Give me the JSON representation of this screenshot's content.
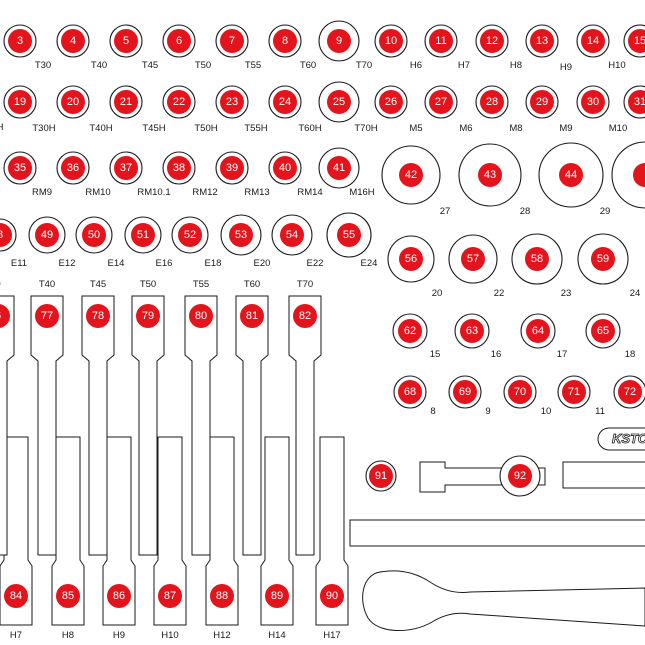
{
  "colors": {
    "accent": "#e3141c",
    "outline": "#1a1a1a",
    "background": "#ffffff"
  },
  "brand": {
    "text": "KSTO"
  },
  "sockets": [
    {
      "n": "3",
      "l": "T30"
    },
    {
      "n": "4",
      "l": "T40"
    },
    {
      "n": "5",
      "l": "T45"
    },
    {
      "n": "6",
      "l": "T50"
    },
    {
      "n": "7",
      "l": "T55"
    },
    {
      "n": "8",
      "l": "T60"
    },
    {
      "n": "9",
      "l": "T70"
    },
    {
      "n": "10",
      "l": "H6"
    },
    {
      "n": "11",
      "l": "H7"
    },
    {
      "n": "12",
      "l": "H8"
    },
    {
      "n": "13",
      "l": "H9"
    },
    {
      "n": "14",
      "l": "H10"
    },
    {
      "n": "15",
      "l": ""
    },
    {
      "n": "19",
      "l": "H"
    },
    {
      "n": "20",
      "l": "T30H"
    },
    {
      "n": "21",
      "l": "T40H"
    },
    {
      "n": "22",
      "l": "T45H"
    },
    {
      "n": "23",
      "l": "T50H"
    },
    {
      "n": "24",
      "l": "T55H"
    },
    {
      "n": "25",
      "l": "T60H"
    },
    {
      "n": "26",
      "l": "T70H"
    },
    {
      "n": "27",
      "l": "M5"
    },
    {
      "n": "28",
      "l": "M6"
    },
    {
      "n": "29",
      "l": "M8"
    },
    {
      "n": "30",
      "l": "M9"
    },
    {
      "n": "31",
      "l": "M10"
    },
    {
      "n": "35",
      "l": "RM9"
    },
    {
      "n": "36",
      "l": "RM10"
    },
    {
      "n": "37",
      "l": "RM10.1"
    },
    {
      "n": "38",
      "l": "RM12"
    },
    {
      "n": "39",
      "l": "RM13"
    },
    {
      "n": "40",
      "l": "RM14"
    },
    {
      "n": "41",
      "l": "M16H"
    },
    {
      "n": "42",
      "l": "27"
    },
    {
      "n": "43",
      "l": "28"
    },
    {
      "n": "44",
      "l": "29"
    },
    {
      "n": "",
      "l": ""
    },
    {
      "n": "8",
      "l": "E11"
    },
    {
      "n": "49",
      "l": "E12"
    },
    {
      "n": "50",
      "l": "E14"
    },
    {
      "n": "51",
      "l": "E16"
    },
    {
      "n": "52",
      "l": "E18"
    },
    {
      "n": "53",
      "l": "E20"
    },
    {
      "n": "54",
      "l": "E22"
    },
    {
      "n": "55",
      "l": "E24"
    },
    {
      "n": "56",
      "l": "20"
    },
    {
      "n": "57",
      "l": "22"
    },
    {
      "n": "58",
      "l": "23"
    },
    {
      "n": "59",
      "l": "24"
    },
    {
      "n": "62",
      "l": "15"
    },
    {
      "n": "63",
      "l": "16"
    },
    {
      "n": "64",
      "l": "17"
    },
    {
      "n": "65",
      "l": "18"
    },
    {
      "n": "68",
      "l": "8"
    },
    {
      "n": "69",
      "l": "9"
    },
    {
      "n": "70",
      "l": "10"
    },
    {
      "n": "71",
      "l": "11"
    },
    {
      "n": "72",
      "l": ""
    },
    {
      "n": "91",
      "l": ""
    },
    {
      "n": "92",
      "l": ""
    }
  ],
  "bits_top": [
    {
      "n": "6",
      "l": "0"
    },
    {
      "n": "77",
      "l": "T40"
    },
    {
      "n": "78",
      "l": "T45"
    },
    {
      "n": "79",
      "l": "T50"
    },
    {
      "n": "80",
      "l": "T55"
    },
    {
      "n": "81",
      "l": "T60"
    },
    {
      "n": "82",
      "l": "T70"
    }
  ],
  "bits_bottom": [
    {
      "n": "84",
      "l": "H7"
    },
    {
      "n": "85",
      "l": "H8"
    },
    {
      "n": "86",
      "l": "H9"
    },
    {
      "n": "87",
      "l": "H10"
    },
    {
      "n": "88",
      "l": "H12"
    },
    {
      "n": "89",
      "l": "H14"
    },
    {
      "n": "90",
      "l": "H17"
    }
  ]
}
